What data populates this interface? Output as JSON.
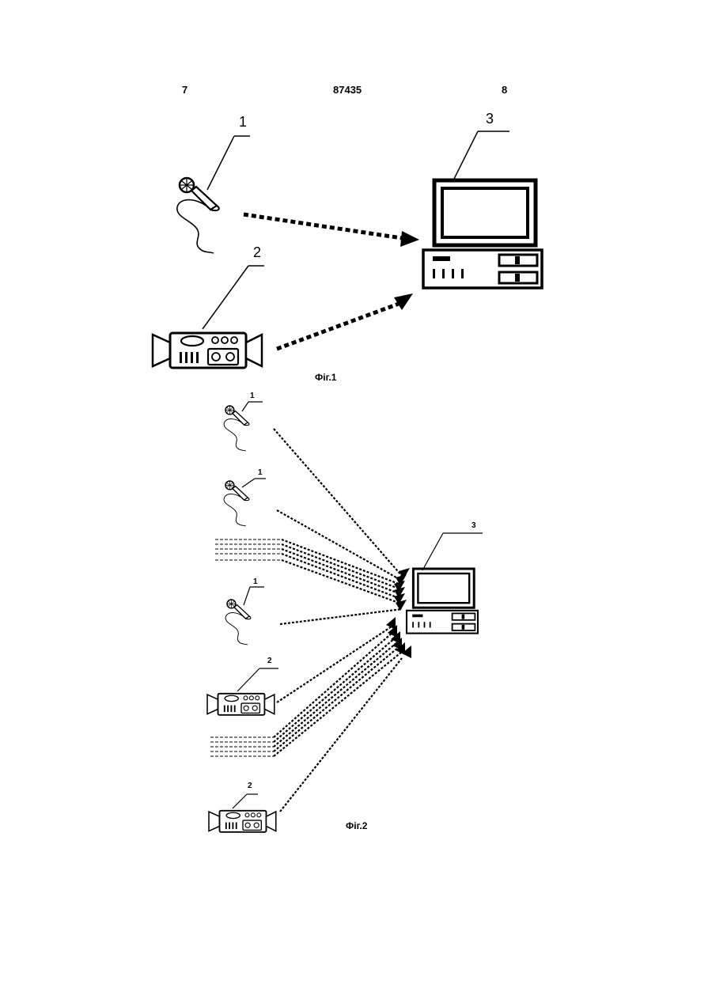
{
  "header": {
    "page_left": "7",
    "patent_number": "87435",
    "page_right": "8"
  },
  "figure1": {
    "caption": "Фіг.1",
    "labels": {
      "microphone": "1",
      "camera": "2",
      "computer": "3"
    }
  },
  "figure2": {
    "caption": "Фіг.2",
    "labels": {
      "mic_a": "1",
      "mic_b": "1",
      "mic_c": "1",
      "camera_a": "2",
      "camera_b": "2",
      "computer": "3"
    }
  }
}
